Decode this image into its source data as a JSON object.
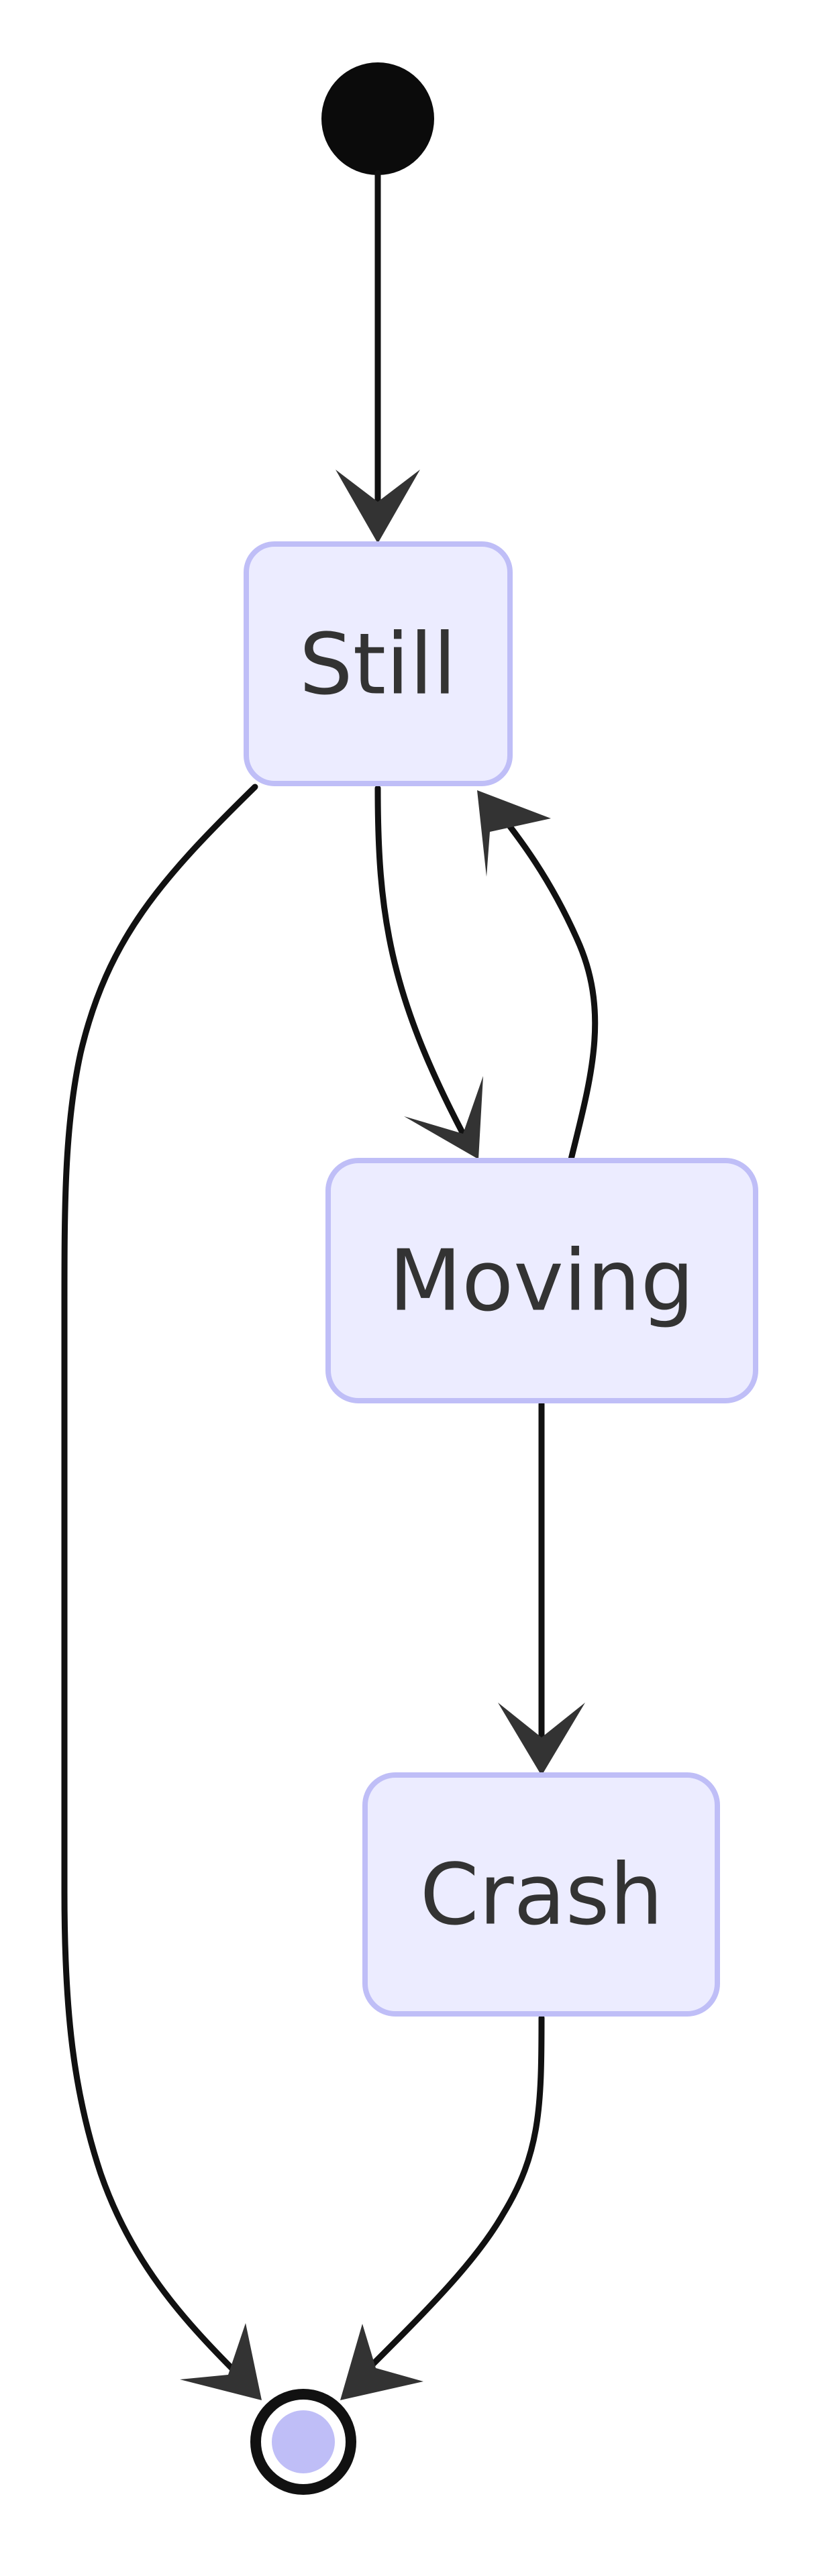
{
  "diagram": {
    "type": "state-diagram",
    "states": [
      {
        "id": "still",
        "label": "Still"
      },
      {
        "id": "moving",
        "label": "Moving"
      },
      {
        "id": "crash",
        "label": "Crash"
      }
    ],
    "pseudo_states": [
      {
        "id": "start",
        "kind": "initial"
      },
      {
        "id": "end",
        "kind": "final"
      }
    ],
    "transitions": [
      {
        "from": "start",
        "to": "still"
      },
      {
        "from": "still",
        "to": "moving"
      },
      {
        "from": "moving",
        "to": "still"
      },
      {
        "from": "moving",
        "to": "crash"
      },
      {
        "from": "still",
        "to": "end"
      },
      {
        "from": "crash",
        "to": "end"
      }
    ],
    "colors": {
      "state_fill": "#ececff",
      "state_border": "#bfbef7",
      "edge": "#111111",
      "arrowhead": "#333333",
      "initial_fill": "#0b0b0b",
      "final_inner": "#bfbef7",
      "final_ring": "#111111",
      "label": "#333333"
    }
  }
}
